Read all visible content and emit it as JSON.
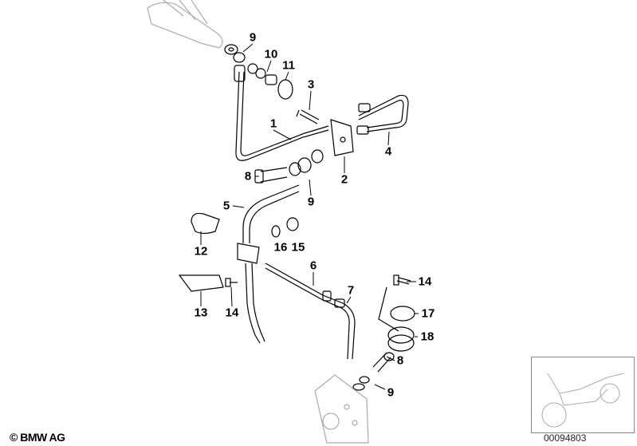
{
  "diagram": {
    "part_labels": [
      "9",
      "10",
      "11",
      "3",
      "1",
      "4",
      "2",
      "8",
      "9",
      "5",
      "16",
      "15",
      "12",
      "6",
      "7",
      "14",
      "17",
      "13",
      "14",
      "18",
      "8",
      "9"
    ]
  },
  "footer": {
    "copyright": "© BMW AG",
    "reference_number": "00094803"
  },
  "colors": {
    "line": "#000000",
    "ghost": "#aaaaaa"
  }
}
